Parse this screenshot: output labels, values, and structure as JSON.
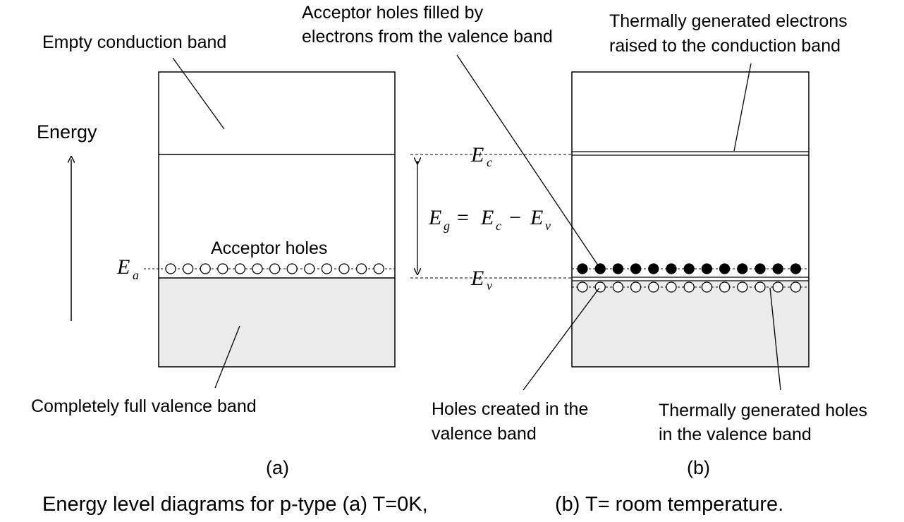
{
  "labels": {
    "empty_conduction": "Empty conduction band",
    "energy": "Energy",
    "acceptor_holes": "Acceptor holes",
    "full_valence": "Completely full valence band",
    "acceptor_filled_1": "Acceptor holes filled by",
    "acceptor_filled_2": "electrons from the valence band",
    "thermal_electrons_1": "Thermally generated electrons",
    "thermal_electrons_2": "raised to the conduction band",
    "holes_created_1": "Holes created in the",
    "holes_created_2": "valence band",
    "thermal_holes_1": "Thermally generated holes",
    "thermal_holes_2": "in the valence band",
    "panel_a": "(a)",
    "panel_b": "(b)",
    "caption_a": "Energy level diagrams for p-type (a) T=0K,",
    "caption_b": "(b) T= room temperature."
  },
  "symbols": {
    "E": "E",
    "sub_a": "a",
    "sub_c": "c",
    "sub_v": "v",
    "sub_g": "g",
    "equals": "=",
    "minus": "−"
  },
  "colors": {
    "valence_fill": "#ebebeb",
    "line": "#000000",
    "background": "#ffffff"
  },
  "counts": {
    "acceptor_holes_a": 13,
    "filled_electrons_b": 13,
    "thermal_holes_b": 13
  }
}
